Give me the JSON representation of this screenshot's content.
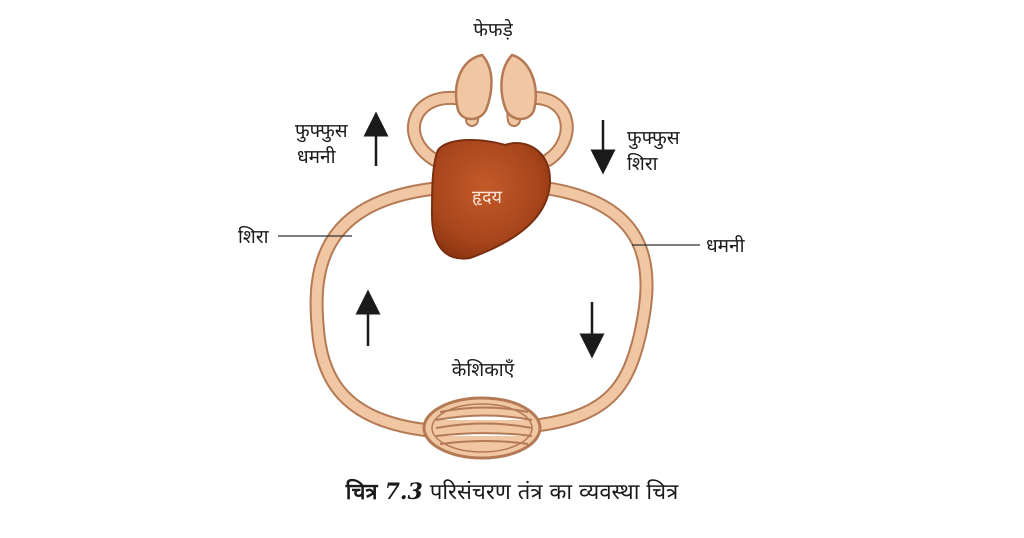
{
  "labels": {
    "lungs": "फेफड़े",
    "pulmonary_artery_line1": "फुफ्फुस",
    "pulmonary_artery_line2": "धमनी",
    "pulmonary_vein_line1": "फुफ्फुस",
    "pulmonary_vein_line2": "शिरा",
    "heart": "हृदय",
    "vein": "शिरा",
    "artery": "धमनी",
    "capillaries": "केशिकाएँ"
  },
  "caption": {
    "fig_word": "चित्र",
    "fig_number": "7.3",
    "text": "परिसंचरण तंत्र का व्यवस्था चित्र"
  },
  "colors": {
    "vessel_fill": "#f1c7a3",
    "vessel_edge": "#b37a55",
    "heart_fill": "#a8451b",
    "heart_edge": "#7a2e10"
  }
}
